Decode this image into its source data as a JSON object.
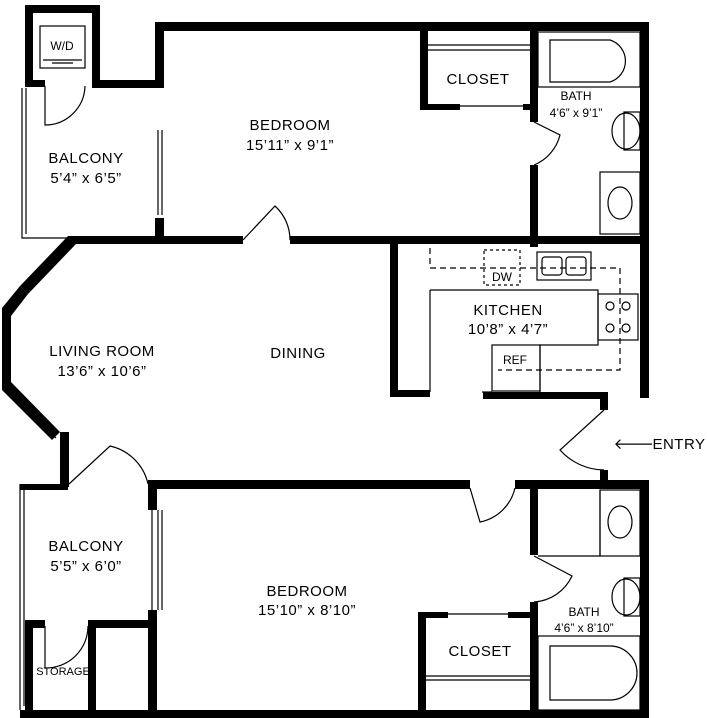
{
  "rooms": {
    "wd": {
      "label": "W/D"
    },
    "balcony_top": {
      "label": "BALCONY",
      "dims": "5’4” x 6’5”"
    },
    "bedroom_top": {
      "label": "BEDROOM",
      "dims": "15’11” x 9’1”"
    },
    "closet_top": {
      "label": "CLOSET"
    },
    "bath_top": {
      "label": "BATH",
      "dims": "4’6” x 9’1”"
    },
    "living": {
      "label": "LIVING ROOM",
      "dims": "13’6” x 10’6”"
    },
    "dining": {
      "label": "DINING"
    },
    "kitchen": {
      "label": "KITCHEN",
      "dims": "10’8” x 4’7”"
    },
    "dw": {
      "label": "DW"
    },
    "ref": {
      "label": "REF"
    },
    "entry": {
      "label": "ENTRY",
      "arrow": "🡐"
    },
    "balcony_bottom": {
      "label": "BALCONY",
      "dims": "5’5” x 6’0”"
    },
    "storage": {
      "label": "STORAGE"
    },
    "bedroom_bottom": {
      "label": "BEDROOM",
      "dims": "15’10” x 8’10”"
    },
    "closet_bottom": {
      "label": "CLOSET"
    },
    "bath_bottom": {
      "label": "BATH",
      "dims": "4’6” x 8’10”"
    }
  }
}
